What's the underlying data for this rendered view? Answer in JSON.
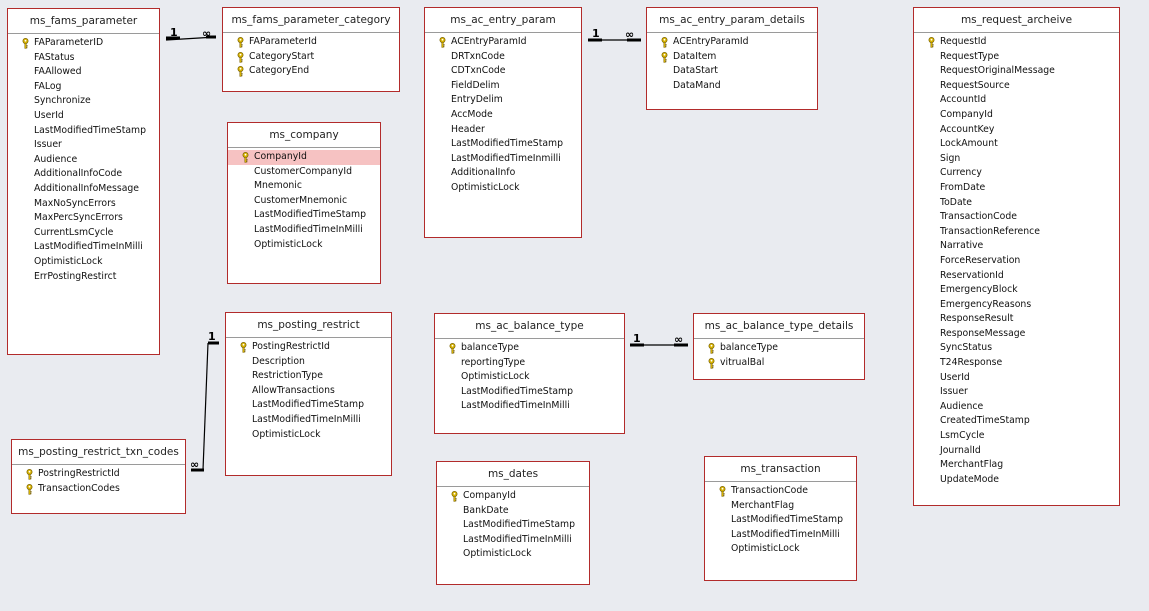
{
  "tables": [
    {
      "id": "ms_fams_parameter",
      "name": "ms_fams_parameter",
      "fields": [
        {
          "name": "FAParameterID",
          "key": true
        },
        {
          "name": "FAStatus",
          "key": false
        },
        {
          "name": "FAAllowed",
          "key": false
        },
        {
          "name": "FALog",
          "key": false
        },
        {
          "name": "Synchronize",
          "key": false
        },
        {
          "name": "UserId",
          "key": false
        },
        {
          "name": "LastModifiedTimeStamp",
          "key": false
        },
        {
          "name": "Issuer",
          "key": false
        },
        {
          "name": "Audience",
          "key": false
        },
        {
          "name": "AdditionalInfoCode",
          "key": false
        },
        {
          "name": "AdditionalInfoMessage",
          "key": false
        },
        {
          "name": "MaxNoSyncErrors",
          "key": false
        },
        {
          "name": "MaxPercSyncErrors",
          "key": false
        },
        {
          "name": "CurrentLsmCycle",
          "key": false
        },
        {
          "name": "LastModifiedTimeInMilli",
          "key": false
        },
        {
          "name": "OptimisticLock",
          "key": false
        },
        {
          "name": "ErrPostingRestirct",
          "key": false
        }
      ]
    },
    {
      "id": "ms_fams_parameter_category",
      "name": "ms_fams_parameter_category",
      "fields": [
        {
          "name": "FAParameterId",
          "key": true
        },
        {
          "name": "CategoryStart",
          "key": true
        },
        {
          "name": "CategoryEnd",
          "key": true
        }
      ]
    },
    {
      "id": "ms_company",
      "name": "ms_company",
      "fields": [
        {
          "name": "CompanyId",
          "key": true,
          "highlight": true
        },
        {
          "name": "CustomerCompanyId",
          "key": false
        },
        {
          "name": "Mnemonic",
          "key": false
        },
        {
          "name": "CustomerMnemonic",
          "key": false
        },
        {
          "name": "LastModifiedTimeStamp",
          "key": false
        },
        {
          "name": "LastModifiedTimeInMilli",
          "key": false
        },
        {
          "name": "OptimisticLock",
          "key": false
        }
      ]
    },
    {
      "id": "ms_ac_entry_param",
      "name": "ms_ac_entry_param",
      "fields": [
        {
          "name": "ACEntryParamId",
          "key": true
        },
        {
          "name": "DRTxnCode",
          "key": false
        },
        {
          "name": "CDTxnCode",
          "key": false
        },
        {
          "name": "FieldDelim",
          "key": false
        },
        {
          "name": "EntryDelim",
          "key": false
        },
        {
          "name": "AccMode",
          "key": false
        },
        {
          "name": "Header",
          "key": false
        },
        {
          "name": "LastModifiedTimeStamp",
          "key": false
        },
        {
          "name": "LastModifiedTimeInmilli",
          "key": false
        },
        {
          "name": "AdditionalInfo",
          "key": false
        },
        {
          "name": "OptimisticLock",
          "key": false
        }
      ]
    },
    {
      "id": "ms_ac_entry_param_details",
      "name": "ms_ac_entry_param_details",
      "fields": [
        {
          "name": "ACEntryParamId",
          "key": true
        },
        {
          "name": "DataItem",
          "key": true
        },
        {
          "name": "DataStart",
          "key": false
        },
        {
          "name": "DataMand",
          "key": false
        }
      ]
    },
    {
      "id": "ms_request_archeive",
      "name": "ms_request_archeive",
      "fields": [
        {
          "name": "RequestId",
          "key": true
        },
        {
          "name": "RequestType",
          "key": false
        },
        {
          "name": "RequestOriginalMessage",
          "key": false
        },
        {
          "name": "RequestSource",
          "key": false
        },
        {
          "name": "AccountId",
          "key": false
        },
        {
          "name": "CompanyId",
          "key": false
        },
        {
          "name": "AccountKey",
          "key": false
        },
        {
          "name": "LockAmount",
          "key": false
        },
        {
          "name": "Sign",
          "key": false
        },
        {
          "name": "Currency",
          "key": false
        },
        {
          "name": "FromDate",
          "key": false
        },
        {
          "name": "ToDate",
          "key": false
        },
        {
          "name": "TransactionCode",
          "key": false
        },
        {
          "name": "TransactionReference",
          "key": false
        },
        {
          "name": "Narrative",
          "key": false
        },
        {
          "name": "ForceReservation",
          "key": false
        },
        {
          "name": "ReservationId",
          "key": false
        },
        {
          "name": "EmergencyBlock",
          "key": false
        },
        {
          "name": "EmergencyReasons",
          "key": false
        },
        {
          "name": "ResponseResult",
          "key": false
        },
        {
          "name": "ResponseMessage",
          "key": false
        },
        {
          "name": "SyncStatus",
          "key": false
        },
        {
          "name": "T24Response",
          "key": false
        },
        {
          "name": "UserId",
          "key": false
        },
        {
          "name": "Issuer",
          "key": false
        },
        {
          "name": "Audience",
          "key": false
        },
        {
          "name": "CreatedTimeStamp",
          "key": false
        },
        {
          "name": "LsmCycle",
          "key": false
        },
        {
          "name": "JournalId",
          "key": false
        },
        {
          "name": "MerchantFlag",
          "key": false
        },
        {
          "name": "UpdateMode",
          "key": false
        }
      ]
    },
    {
      "id": "ms_posting_restrict",
      "name": "ms_posting_restrict",
      "fields": [
        {
          "name": "PostingRestrictId",
          "key": true
        },
        {
          "name": "Description",
          "key": false
        },
        {
          "name": "RestrictionType",
          "key": false
        },
        {
          "name": "AllowTransactions",
          "key": false
        },
        {
          "name": "LastModifiedTimeStamp",
          "key": false
        },
        {
          "name": "LastModifiedTimeInMilli",
          "key": false
        },
        {
          "name": "OptimisticLock",
          "key": false
        }
      ]
    },
    {
      "id": "ms_ac_balance_type",
      "name": "ms_ac_balance_type",
      "fields": [
        {
          "name": "balanceType",
          "key": true
        },
        {
          "name": "reportingType",
          "key": false
        },
        {
          "name": "OptimisticLock",
          "key": false
        },
        {
          "name": "LastModifiedTimeStamp",
          "key": false
        },
        {
          "name": "LastModifiedTimeInMilli",
          "key": false
        }
      ]
    },
    {
      "id": "ms_ac_balance_type_details",
      "name": "ms_ac_balance_type_details",
      "fields": [
        {
          "name": "balanceType",
          "key": true
        },
        {
          "name": "vitrualBal",
          "key": true
        }
      ]
    },
    {
      "id": "ms_posting_restrict_txn_codes",
      "name": "ms_posting_restrict_txn_codes",
      "fields": [
        {
          "name": "PostringRestrictId",
          "key": true
        },
        {
          "name": "TransactionCodes",
          "key": true
        }
      ]
    },
    {
      "id": "ms_dates",
      "name": "ms_dates",
      "fields": [
        {
          "name": "CompanyId",
          "key": true
        },
        {
          "name": "BankDate",
          "key": false
        },
        {
          "name": "LastModifiedTimeStamp",
          "key": false
        },
        {
          "name": "LastModifiedTimeInMilli",
          "key": false
        },
        {
          "name": "OptimisticLock",
          "key": false
        }
      ]
    },
    {
      "id": "ms_transaction",
      "name": "ms_transaction",
      "fields": [
        {
          "name": "TransactionCode",
          "key": true
        },
        {
          "name": "MerchantFlag",
          "key": false
        },
        {
          "name": "LastModifiedTimeStamp",
          "key": false
        },
        {
          "name": "LastModifiedTimeInMilli",
          "key": false
        },
        {
          "name": "OptimisticLock",
          "key": false
        }
      ]
    }
  ],
  "relationships": [
    {
      "id": "rel-fams-param-category",
      "one_label": "1",
      "many_label": "∞"
    },
    {
      "id": "rel-ac-entry-param-details",
      "one_label": "1",
      "many_label": "∞"
    },
    {
      "id": "rel-ac-balance-type-details",
      "one_label": "1",
      "many_label": "∞"
    },
    {
      "id": "rel-posting-restrict-txn-codes",
      "one_label": "1",
      "many_label": "∞"
    }
  ],
  "colors": {
    "background": "#e9ebf0",
    "table_border": "#b22b2b",
    "highlight": "#f6c2c2",
    "key_icon": "#d9b400"
  }
}
